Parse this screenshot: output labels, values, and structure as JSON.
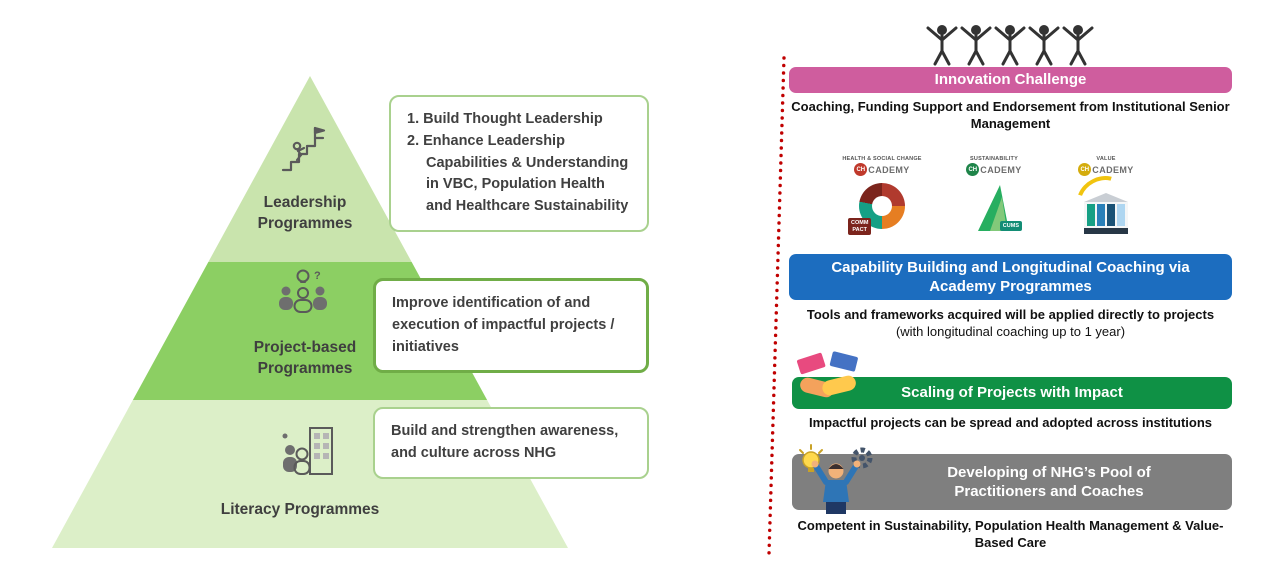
{
  "pyramid": {
    "tiers": [
      {
        "label": "Leadership Programmes"
      },
      {
        "label": "Project-based Programmes"
      },
      {
        "label": "Literacy Programmes"
      }
    ],
    "colors": {
      "top": "#c9e4ad",
      "middle": "#8ccf63",
      "bottom": "#dcefc8"
    }
  },
  "callouts": {
    "leadership": {
      "items": [
        "1. Build Thought Leadership",
        "2. Enhance Leadership Capabilities & Understanding in VBC, Population Health and Healthcare Sustainability"
      ]
    },
    "project": {
      "text": "Improve identification of and execution of impactful projects / initiatives"
    },
    "literacy": {
      "text": "Build and strengthen awareness, and culture across NHG"
    }
  },
  "right": {
    "innovation": {
      "banner": "Innovation Challenge",
      "color": "#cf5d9e",
      "caption": "Coaching, Funding Support and Endorsement from Institutional Senior Management"
    },
    "capability": {
      "banner": "Capability Building and Longitudinal Coaching via Academy Programmes",
      "color": "#1c6dbf",
      "caption_bold": "Tools and frameworks acquired will be applied directly to projects",
      "caption_normal": "(with longitudinal coaching up to 1 year)"
    },
    "scaling": {
      "banner": "Scaling of Projects with Impact",
      "color": "#0f9145",
      "caption": "Impactful projects can be spread and adopted across institutions"
    },
    "developing": {
      "banner": "Developing of NHG’s Pool of Practitioners and Coaches",
      "color": "#7f7f7f",
      "caption": "Competent in Sustainability, Population Health Management & Value-Based Care"
    },
    "logos": [
      {
        "mark": "CH",
        "title": "HEALTH & SOCIAL CHANGE",
        "word": "CADEMY",
        "badge": "COMM\nPACT"
      },
      {
        "mark": "CH",
        "title": "SUSTAINABILITY",
        "word": "CADEMY",
        "badge": "CUMS"
      },
      {
        "mark": "CH",
        "title": "VALUE",
        "word": "CADEMY"
      }
    ]
  },
  "divider_color": "#c00000"
}
